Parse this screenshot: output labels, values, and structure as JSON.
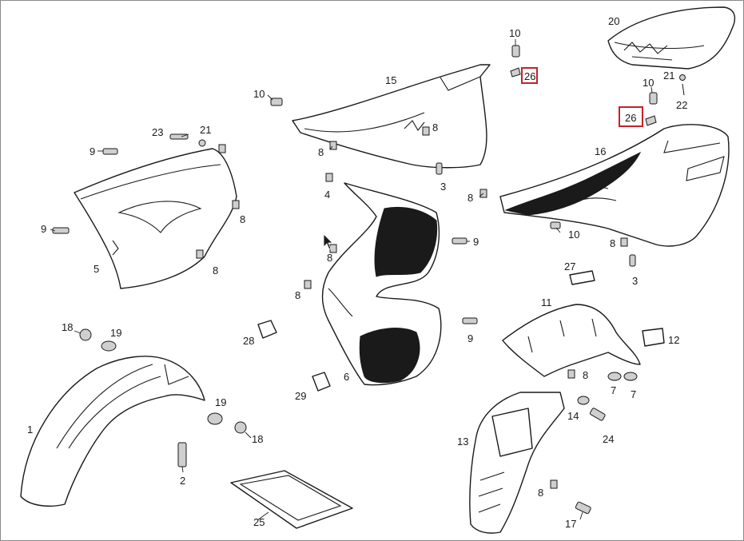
{
  "diagram": {
    "highlight_color": "#c8202a",
    "callouts": [
      {
        "id": "c10a",
        "text": "10"
      },
      {
        "id": "c26a",
        "text": "26",
        "highlighted": true
      },
      {
        "id": "c20",
        "text": "20"
      },
      {
        "id": "c21a",
        "text": "21"
      },
      {
        "id": "c10b",
        "text": "10"
      },
      {
        "id": "c22",
        "text": "22"
      },
      {
        "id": "c26b",
        "text": "26",
        "highlighted": true
      },
      {
        "id": "c15",
        "text": "15"
      },
      {
        "id": "c10c",
        "text": "10"
      },
      {
        "id": "c8a",
        "text": "8"
      },
      {
        "id": "c8b",
        "text": "8"
      },
      {
        "id": "c3a",
        "text": "3"
      },
      {
        "id": "c16",
        "text": "16"
      },
      {
        "id": "c8c",
        "text": "8"
      },
      {
        "id": "c23",
        "text": "23"
      },
      {
        "id": "c21b",
        "text": "21"
      },
      {
        "id": "c9a",
        "text": "9"
      },
      {
        "id": "c8d",
        "text": "8"
      },
      {
        "id": "c9b",
        "text": "9"
      },
      {
        "id": "c5",
        "text": "5"
      },
      {
        "id": "c8e",
        "text": "8"
      },
      {
        "id": "c4",
        "text": "4"
      },
      {
        "id": "c8f",
        "text": "8"
      },
      {
        "id": "c9c",
        "text": "9"
      },
      {
        "id": "c10d",
        "text": "10"
      },
      {
        "id": "c8g",
        "text": "8"
      },
      {
        "id": "c3b",
        "text": "3"
      },
      {
        "id": "c27",
        "text": "27"
      },
      {
        "id": "c8h",
        "text": "8"
      },
      {
        "id": "c11",
        "text": "11"
      },
      {
        "id": "c12",
        "text": "12"
      },
      {
        "id": "c9d",
        "text": "9"
      },
      {
        "id": "c18a",
        "text": "18"
      },
      {
        "id": "c19a",
        "text": "19"
      },
      {
        "id": "c28",
        "text": "28"
      },
      {
        "id": "c6",
        "text": "6"
      },
      {
        "id": "c8i",
        "text": "8"
      },
      {
        "id": "c7a",
        "text": "7"
      },
      {
        "id": "c7b",
        "text": "7"
      },
      {
        "id": "c29",
        "text": "29"
      },
      {
        "id": "c14",
        "text": "14"
      },
      {
        "id": "c24",
        "text": "24"
      },
      {
        "id": "c1",
        "text": "1"
      },
      {
        "id": "c19b",
        "text": "19"
      },
      {
        "id": "c18b",
        "text": "18"
      },
      {
        "id": "c13",
        "text": "13"
      },
      {
        "id": "c2",
        "text": "2"
      },
      {
        "id": "c8j",
        "text": "8"
      },
      {
        "id": "c25",
        "text": "25"
      },
      {
        "id": "c17",
        "text": "17"
      }
    ]
  }
}
